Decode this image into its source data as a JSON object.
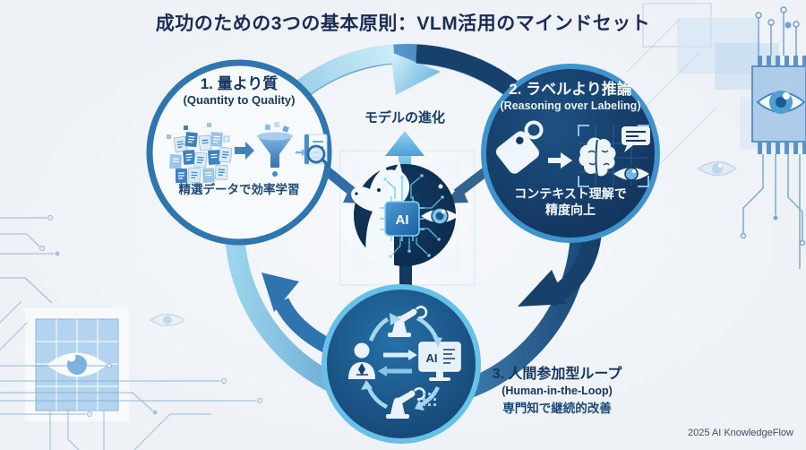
{
  "title": "成功のための3つの基本原則：VLM活用のマインドセット",
  "center_hub": {
    "label": "モデルの進化",
    "chip_label": "AI"
  },
  "principles": [
    {
      "heading": "1. 量より質",
      "subheading": "(Quantity to Quality)",
      "caption": "精選データで効率学習"
    },
    {
      "heading": "2. ラベルより推論",
      "subheading": "(Reasoning over Labeling)",
      "caption_line1": "コンテキスト理解で",
      "caption_line2": "精度向上"
    },
    {
      "heading": "3. 人間参加型ループ",
      "subheading": "(Human-in-the-Loop)",
      "caption": "専門知で継続的改善",
      "monitor_label": "AI"
    }
  ],
  "credit": "2025 AI KnowledgeFlow",
  "colors": {
    "background": "#eef2f7",
    "title_text": "#1b2d56",
    "ring_light": "#9bd4ec",
    "ring_dark": "#1b4977",
    "node_light_fill": "#f7fafc",
    "node_dark_fill": "#123a63",
    "node_border_blue": "#2e76ad",
    "node_border_cyan": "#5fc0e8",
    "hub_fill": "#0d2a4a",
    "circuit_cyan": "#6fd2f2"
  }
}
